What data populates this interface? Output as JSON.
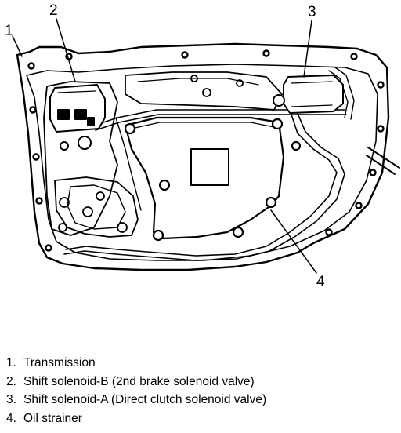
{
  "callouts": {
    "c1": "1",
    "c2": "2",
    "c3": "3",
    "c4": "4"
  },
  "legend": [
    {
      "num": "1.",
      "text": "Transmission"
    },
    {
      "num": "2.",
      "text": "Shift solenoid-B (2nd brake solenoid valve)"
    },
    {
      "num": "3.",
      "text": "Shift solenoid-A (Direct clutch solenoid valve)"
    },
    {
      "num": "4.",
      "text": "Oil strainer"
    }
  ]
}
